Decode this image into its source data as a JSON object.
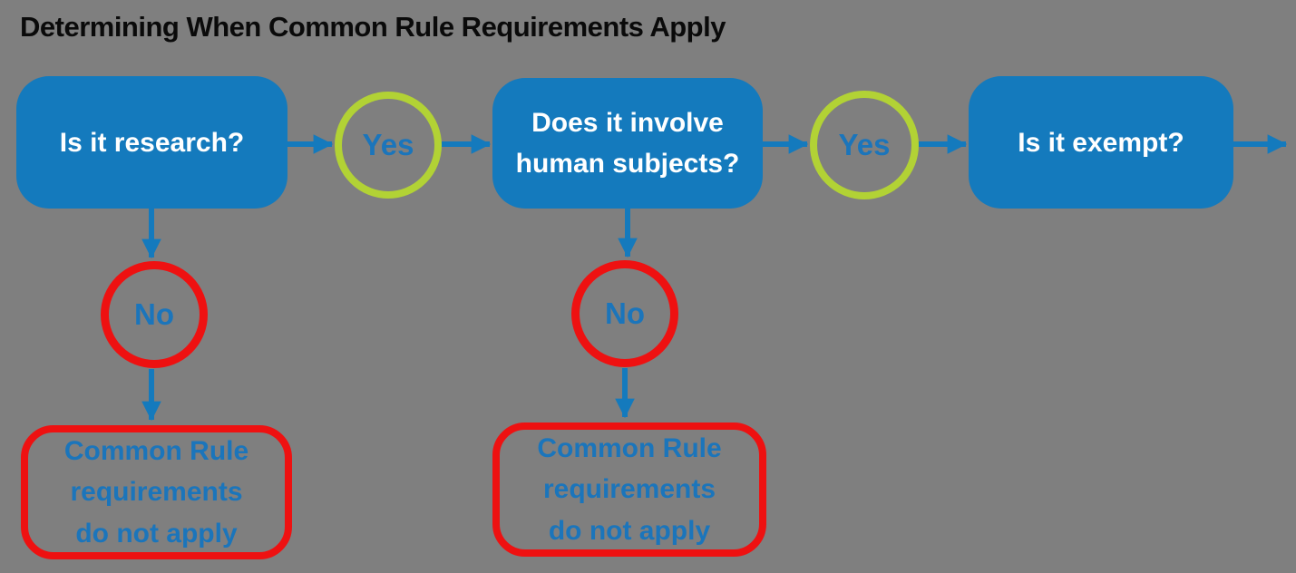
{
  "title": "Determining When Common Rule Requirements Apply",
  "colors": {
    "background": "#7F7F7F",
    "decision_box_fill": "#147ABD",
    "decision_text": "#FFFFFF",
    "connector_arrow_blue": "#147ABD",
    "label_text_blue": "#1B75BB",
    "yes_circle_green": "#B2D235",
    "no_circle_red": "#EE1111",
    "outcome_border_red": "#EE1111",
    "title_text": "#0A0A0A"
  },
  "flow": {
    "decisions": [
      {
        "id": "research",
        "label": "Is it research?"
      },
      {
        "id": "human-subjects",
        "label": "Does it involve\nhuman subjects?"
      },
      {
        "id": "exempt",
        "label": "Is it exempt?"
      }
    ],
    "connectors": [
      {
        "id": "yes-1",
        "label": "Yes",
        "shape": "circle",
        "color": "green"
      },
      {
        "id": "yes-2",
        "label": "Yes",
        "shape": "circle",
        "color": "green"
      },
      {
        "id": "no-1",
        "label": "No",
        "shape": "circle",
        "color": "red"
      },
      {
        "id": "no-2",
        "label": "No",
        "shape": "circle",
        "color": "red"
      }
    ],
    "outcomes": [
      {
        "id": "outcome-1",
        "label": "Common Rule\nrequirements\ndo not apply"
      },
      {
        "id": "outcome-2",
        "label": "Common Rule\nrequirements\ndo not apply"
      }
    ]
  }
}
